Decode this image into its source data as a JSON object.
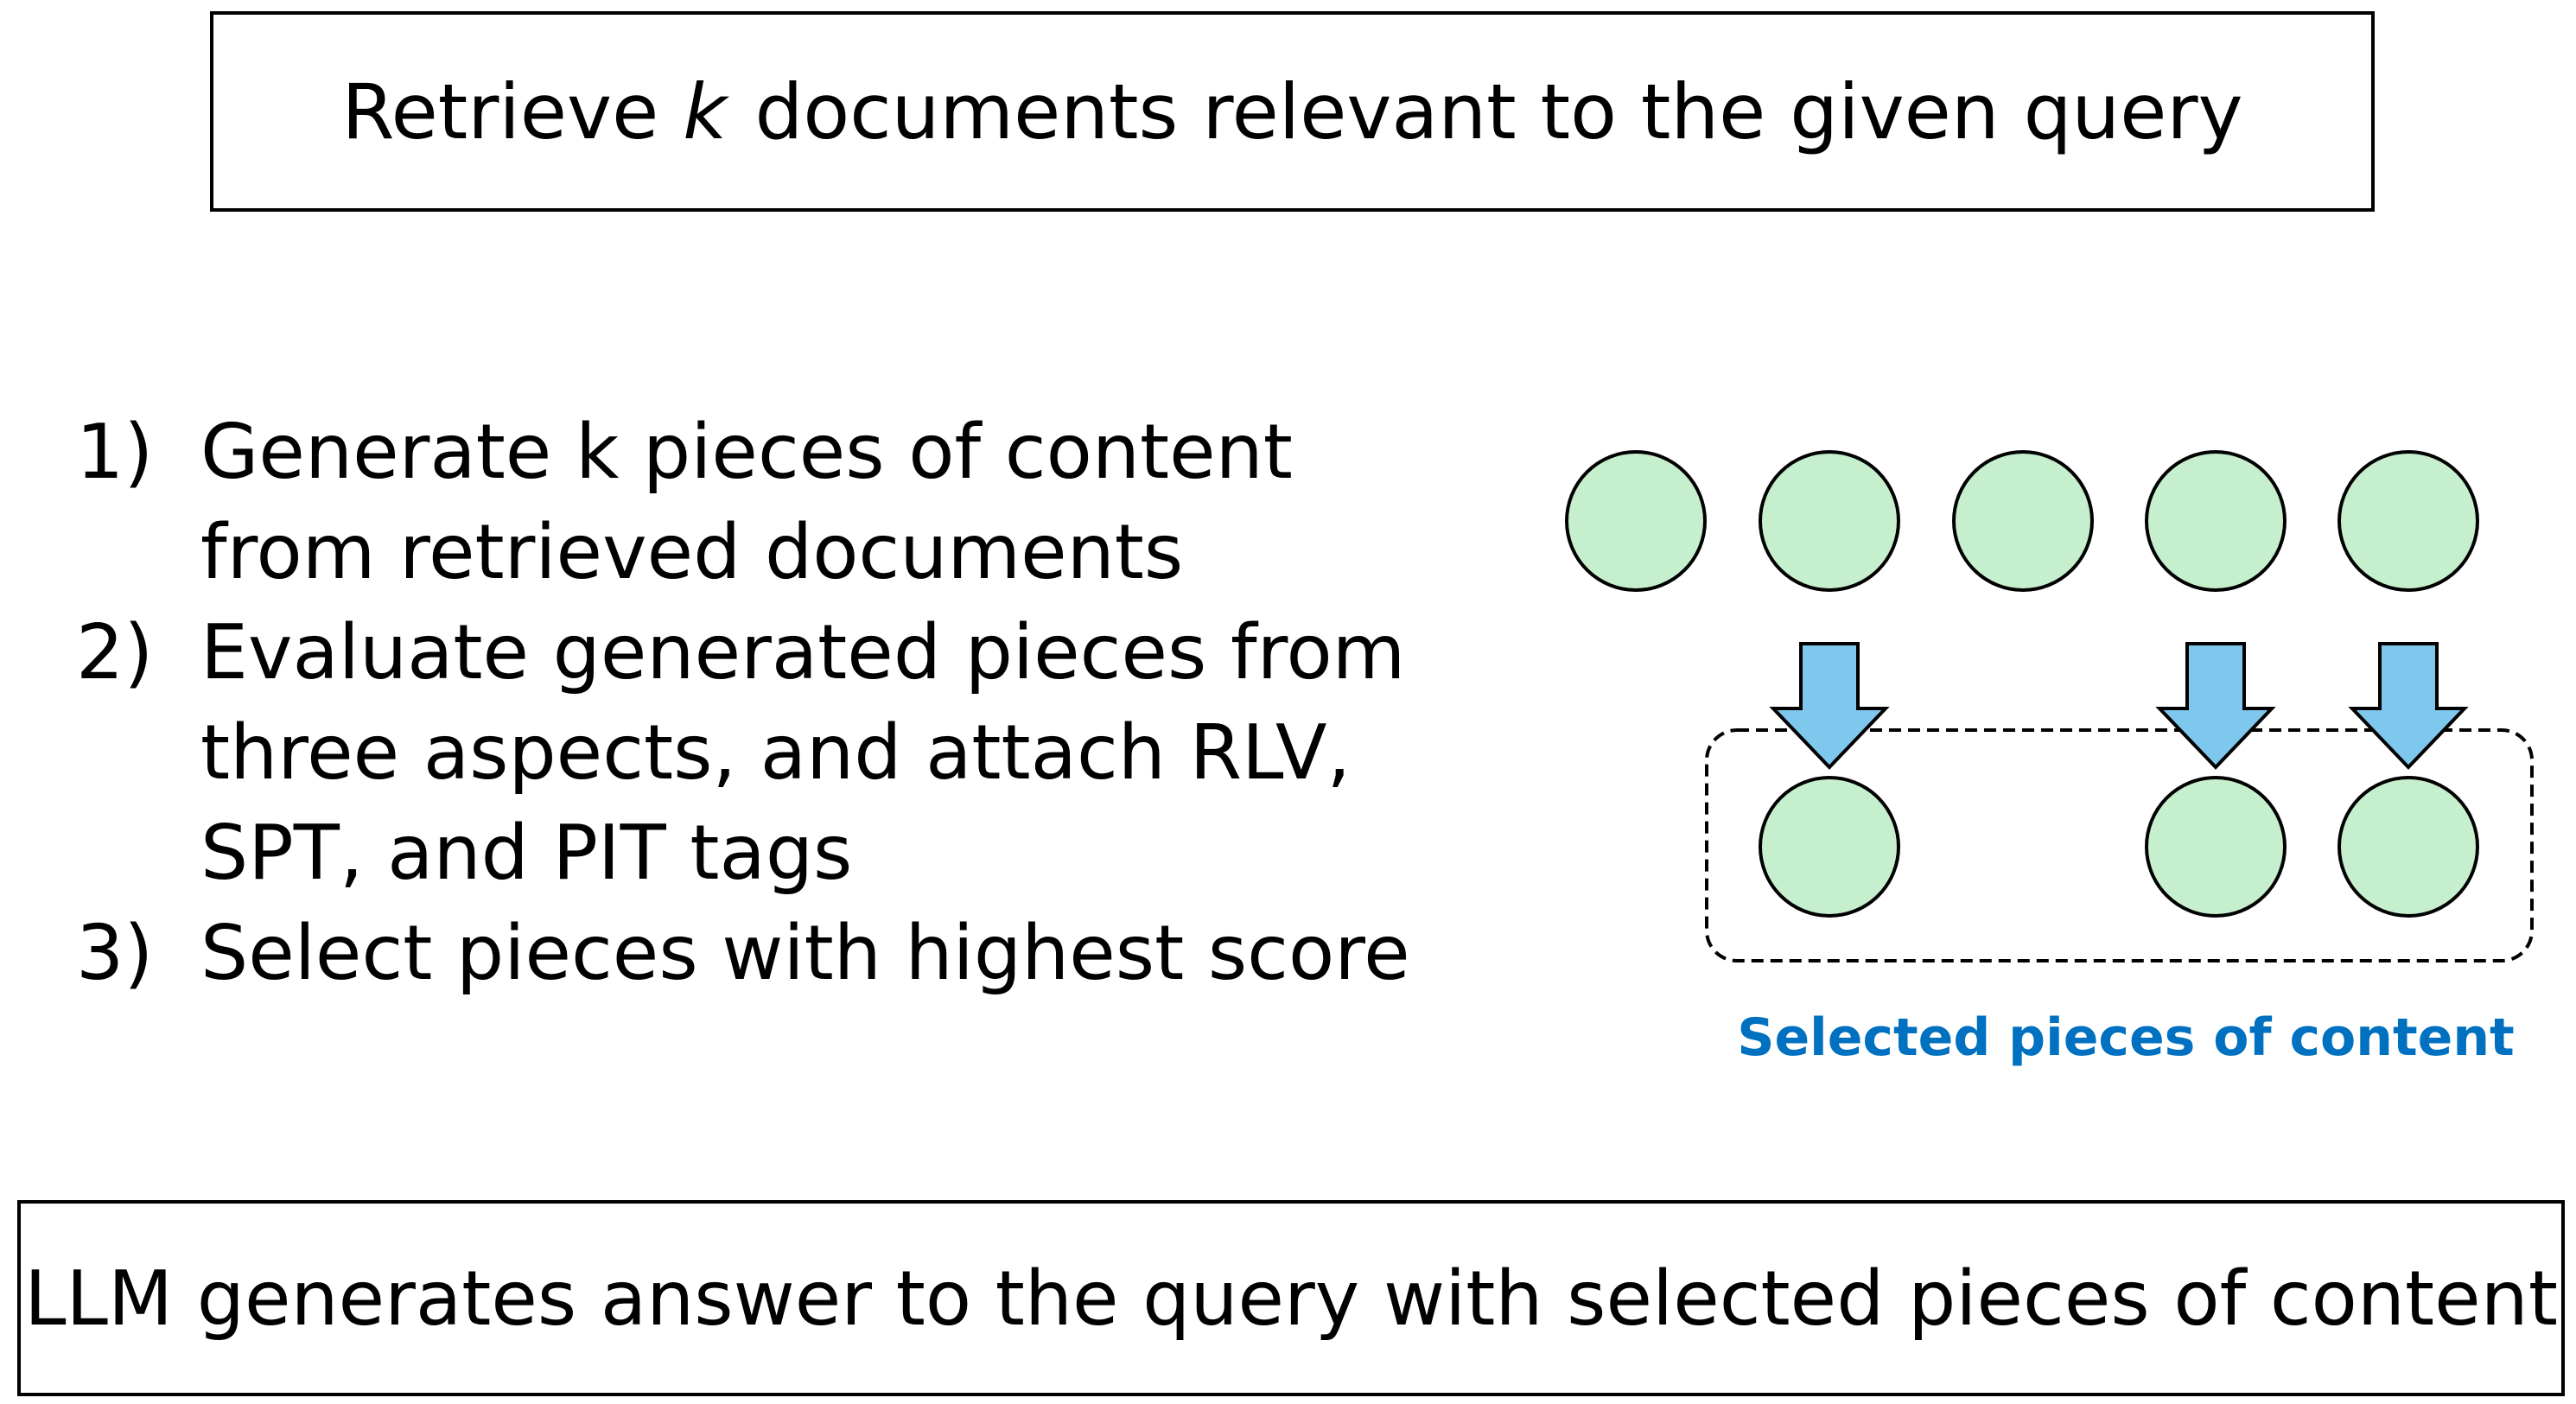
{
  "header": {
    "before_k": "Retrieve ",
    "k": "k",
    "after_k": " documents relevant to the given query"
  },
  "steps": [
    {
      "number": "1)",
      "lines": [
        "Generate k pieces of content",
        "from retrieved documents"
      ]
    },
    {
      "number": "2)",
      "lines": [
        "Evaluate generated pieces from",
        "three aspects, and attach RLV,",
        "SPT, and PIT tags"
      ]
    },
    {
      "number": "3)",
      "lines": [
        "Select pieces with highest score"
      ]
    }
  ],
  "selection": {
    "caption": "Selected pieces of content",
    "pieces_total": 5,
    "selected_indices": [
      1,
      3,
      4
    ],
    "colors": {
      "piece_fill": "#c6efce",
      "arrow_fill": "#7ec8ee",
      "caption": "#0070c0"
    }
  },
  "footer": {
    "text": "LLM generates answer to the query with selected pieces of content"
  }
}
